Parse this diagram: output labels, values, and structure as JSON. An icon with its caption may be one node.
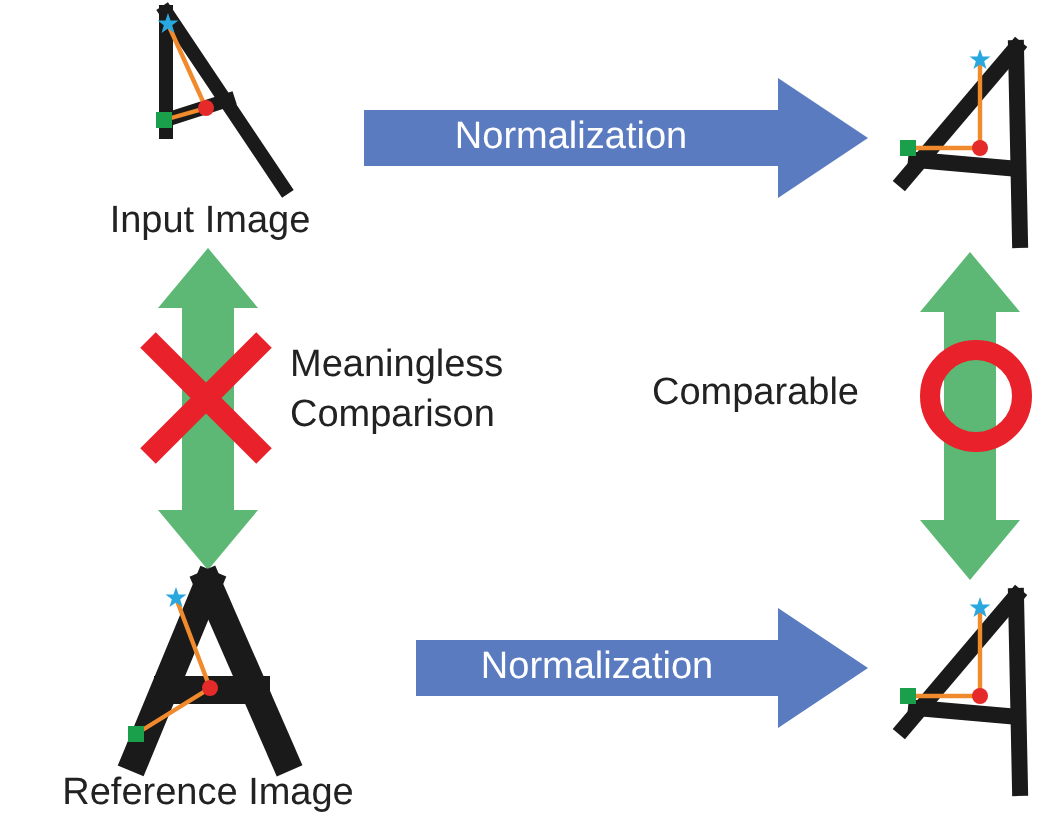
{
  "diagram": {
    "nodes": [
      {
        "text": [
          "Input Image"
        ]
      },
      {
        "text": [],
        "shape": "picture"
      },
      {
        "text": [
          "Reference Image"
        ]
      },
      {
        "text": [],
        "shape": "picture"
      }
    ],
    "edges": [
      {
        "from": 0,
        "to": 1,
        "arrow": "to",
        "label": "Normalization",
        "color": "#5b7bc0"
      },
      {
        "from": 0,
        "to": 2,
        "arrow": "both",
        "color": "#5cb874"
      },
      {
        "from": 1,
        "to": 3,
        "arrow": "both",
        "color": "#5cb874"
      },
      {
        "from": 2,
        "to": 3,
        "arrow": "to",
        "label": "Normalization",
        "color": "#5b7bc0"
      }
    ],
    "labels": [
      "Meaningless Comparison",
      "Comparable"
    ]
  }
}
